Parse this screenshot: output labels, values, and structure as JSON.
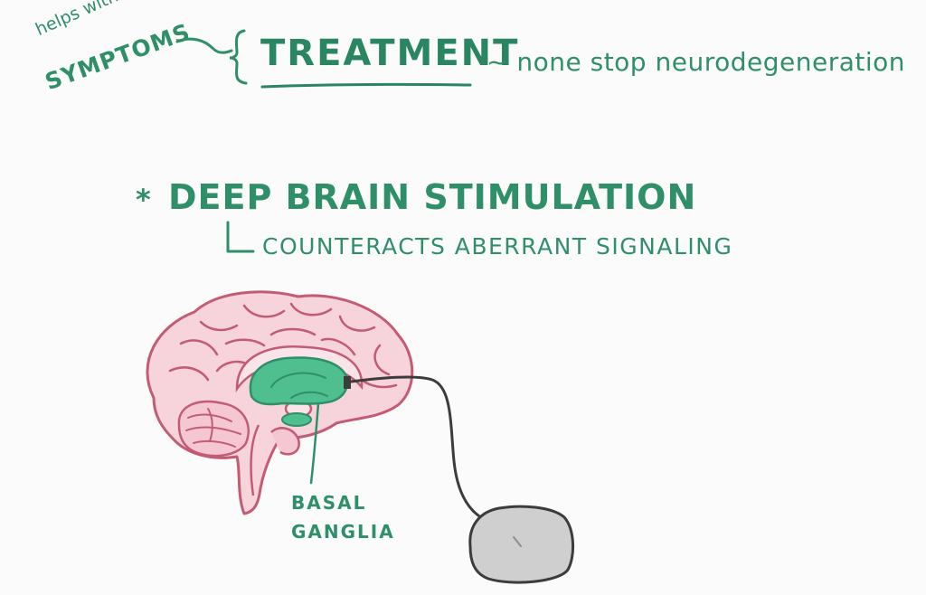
{
  "header": {
    "helps_with": "helps with",
    "symptoms": "SYMPTOMS",
    "title": "TREATMENT",
    "note": "~ none stop neurodegeneration"
  },
  "section": {
    "bullet": "*",
    "heading": "DEEP BRAIN STIMULATION",
    "sub_point": "COUNTERACTS ABERRANT SIGNALING"
  },
  "illustration": {
    "label": "BASAL\nGANGLIA",
    "icons": [
      "brain-icon",
      "basal-ganglia-icon",
      "stimulator-device-icon"
    ]
  },
  "colors": {
    "ink_green": "#2e8f69",
    "basal_ganglia_fill": "#4fbf8f",
    "brain_fill": "#f7d3dc",
    "brain_stroke": "#c35b74",
    "device_fill": "#cfcfcf",
    "wire": "#3c3c3c"
  }
}
